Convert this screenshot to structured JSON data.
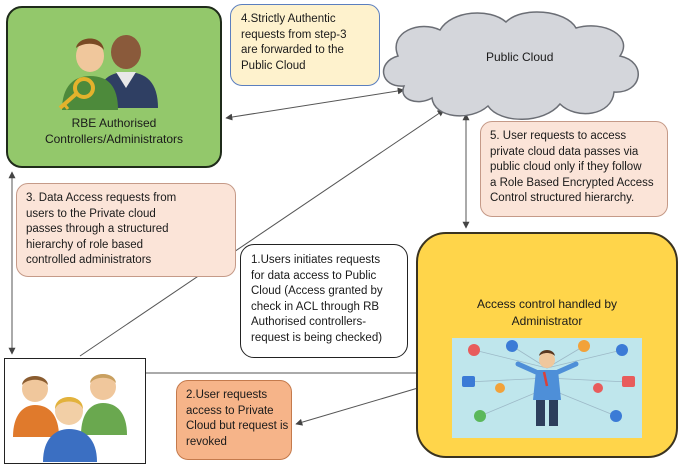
{
  "nodes": {
    "rbe": {
      "lines": [
        "RBE Authorised",
        "Controllers/Administrators"
      ]
    },
    "cloud": {
      "label": "Public Cloud"
    },
    "admin": {
      "lines": [
        "Access control handled by",
        "Administrator"
      ]
    }
  },
  "notes": {
    "n4": {
      "lines": [
        "4.Strictly Authentic",
        "requests from step-3",
        "are forwarded to the",
        "Public Cloud"
      ]
    },
    "n3": {
      "lines": [
        "3. Data Access requests from",
        "users to the Private cloud",
        "passes through a structured",
        "hierarchy of role based",
        "controlled administrators"
      ]
    },
    "n5": {
      "lines": [
        "5. User requests to access",
        "private cloud data passes via",
        "public cloud only if they follow",
        "a Role Based Encrypted Access",
        "Control structured hierarchy."
      ]
    },
    "n1": {
      "lines": [
        "1.Users initiates requests",
        "for data access to Public",
        "Cloud (Access granted by",
        "check in ACL through RB",
        "Authorised controllers-",
        "request is being checked)"
      ]
    },
    "n2": {
      "lines": [
        "2.User requests",
        "access to Private",
        "Cloud but request is",
        "revoked"
      ]
    }
  },
  "icons": {
    "rbe": "admin-with-key-icon",
    "users": "user-group-icon",
    "admin": "person-with-app-icons-illustration"
  },
  "colors": {
    "rbe_box": "#93c86b",
    "admin_box": "#ffd54a",
    "cloud": "#d4d6db",
    "note_peach": "#fbe4d8",
    "note_cream": "#fef2cd",
    "note_orange": "#f6b489"
  }
}
